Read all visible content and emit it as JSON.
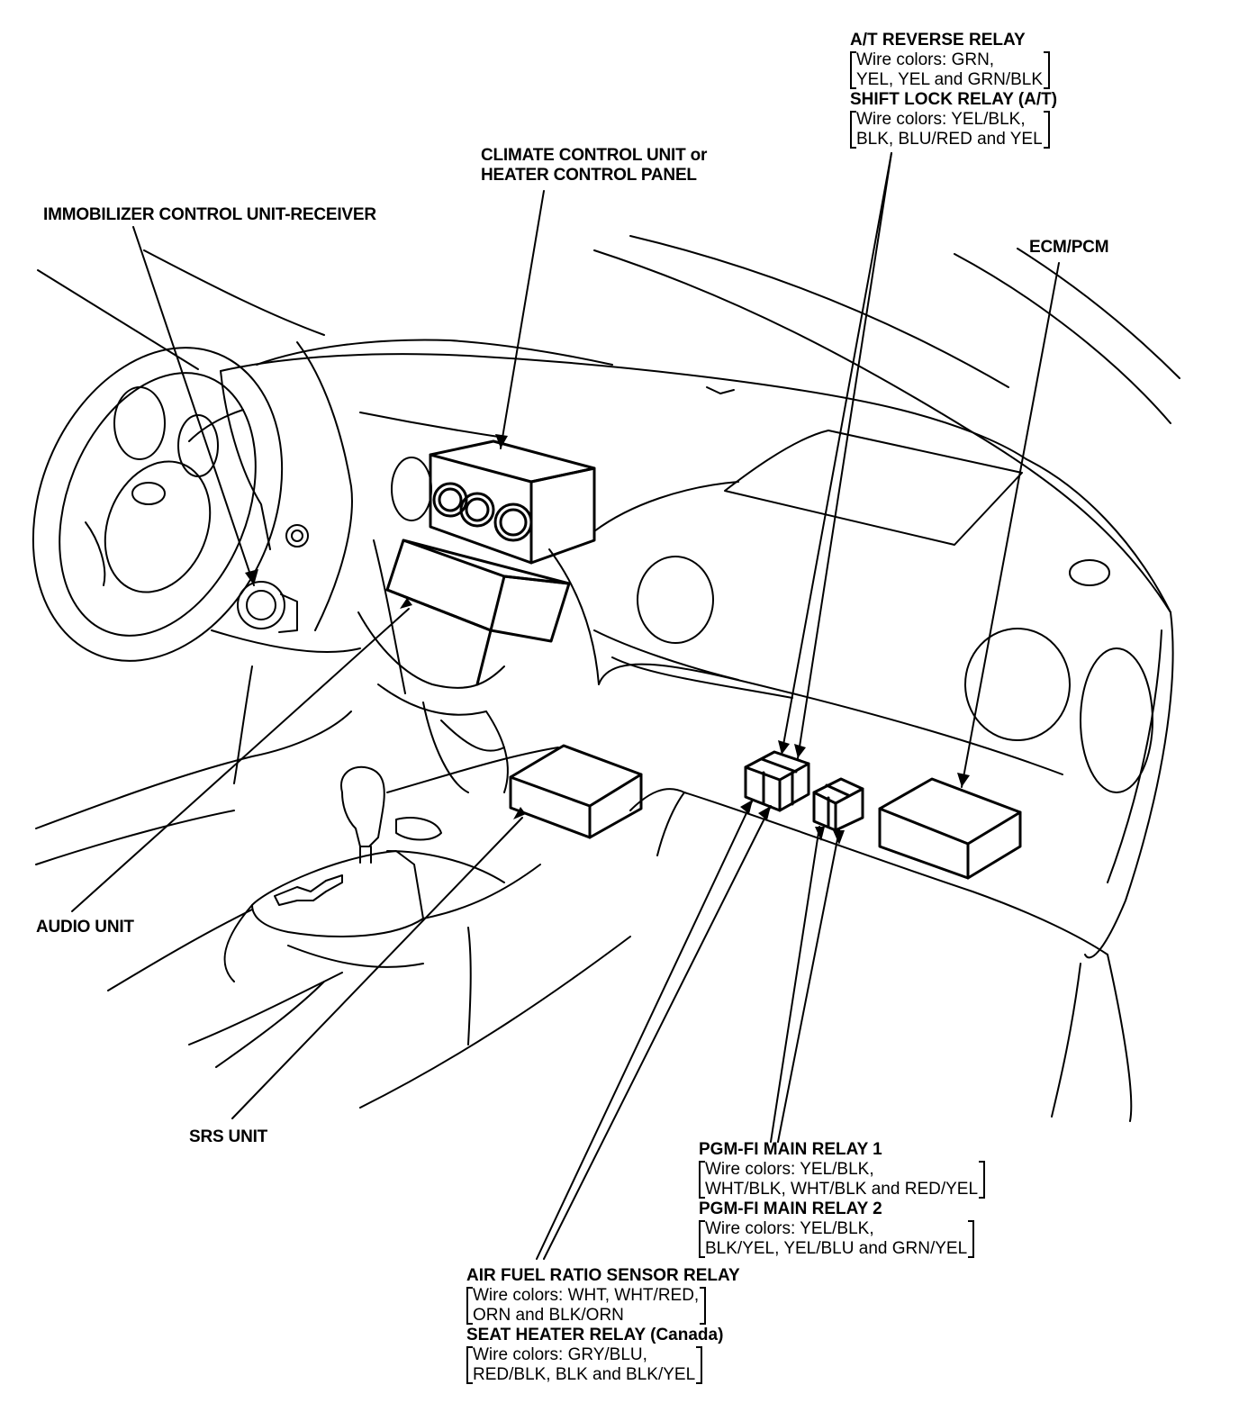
{
  "labels": {
    "immobilizer": "IMMOBILIZER CONTROL UNIT-RECEIVER",
    "climate_line1": "CLIMATE CONTROL UNIT or",
    "climate_line2": "HEATER CONTROL PANEL",
    "ecm": "ECM/PCM",
    "audio": "AUDIO UNIT",
    "srs": "SRS UNIT"
  },
  "relay_blocks": {
    "at_reverse": {
      "title": "A/T REVERSE RELAY",
      "wire_line1": "Wire colors: GRN,",
      "wire_line2": "YEL, YEL and GRN/BLK"
    },
    "shift_lock": {
      "title": "SHIFT LOCK RELAY (A/T)",
      "wire_line1": "Wire colors: YEL/BLK,",
      "wire_line2": "BLK, BLU/RED and YEL"
    },
    "pgm_fi_1": {
      "title": "PGM-FI MAIN RELAY 1",
      "wire_line1": "Wire colors: YEL/BLK,",
      "wire_line2": "WHT/BLK, WHT/BLK and RED/YEL"
    },
    "pgm_fi_2": {
      "title": "PGM-FI MAIN RELAY 2",
      "wire_line1": "Wire colors: YEL/BLK,",
      "wire_line2": "BLK/YEL, YEL/BLU and GRN/YEL"
    },
    "air_fuel": {
      "title": "AIR FUEL RATIO SENSOR RELAY",
      "wire_line1": "Wire colors: WHT, WHT/RED,",
      "wire_line2": "ORN and BLK/ORN"
    },
    "seat_heater": {
      "title": "SEAT HEATER RELAY (Canada)",
      "wire_line1": "Wire colors: GRY/BLU,",
      "wire_line2": "RED/BLK, BLK and BLK/YEL"
    }
  },
  "colors": {
    "ink": "#000000",
    "paper": "#ffffff"
  }
}
